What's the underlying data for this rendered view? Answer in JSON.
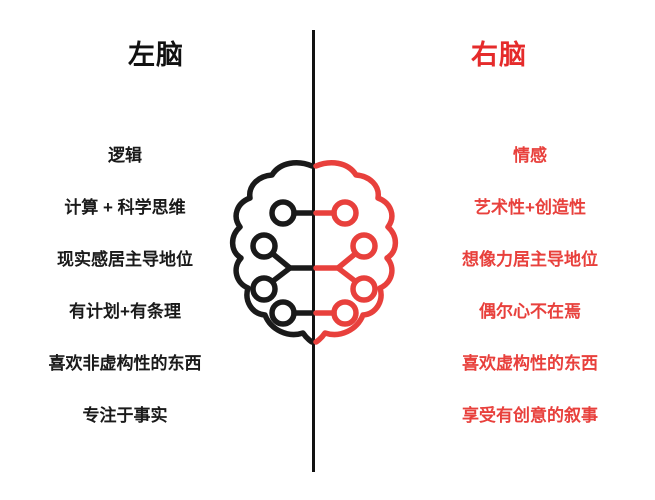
{
  "palette": {
    "left_color": "#1a1a1a",
    "right_color": "#e8403c",
    "title_right_color": "#e52b2b",
    "divider_color": "#111111",
    "background": "#ffffff"
  },
  "headings": {
    "left_title": "左脑",
    "right_title": "右脑"
  },
  "left_brain": {
    "traits": [
      "逻辑",
      "计算 + 科学思维",
      "现实感居主导地位",
      "有计划+有条理",
      "喜欢非虚构性的东西",
      "专注于事实"
    ]
  },
  "right_brain": {
    "traits": [
      "情感",
      "艺术性+创造性",
      "想像力居主导地位",
      "偶尔心不在焉",
      "喜欢虚构性的东西",
      "享受有创意的叙事"
    ]
  },
  "graphic": {
    "name": "split-brain-circuit-illustration",
    "left_half_color": "#1a1a1a",
    "right_half_color": "#e8403c",
    "node_count_per_half": 4
  }
}
